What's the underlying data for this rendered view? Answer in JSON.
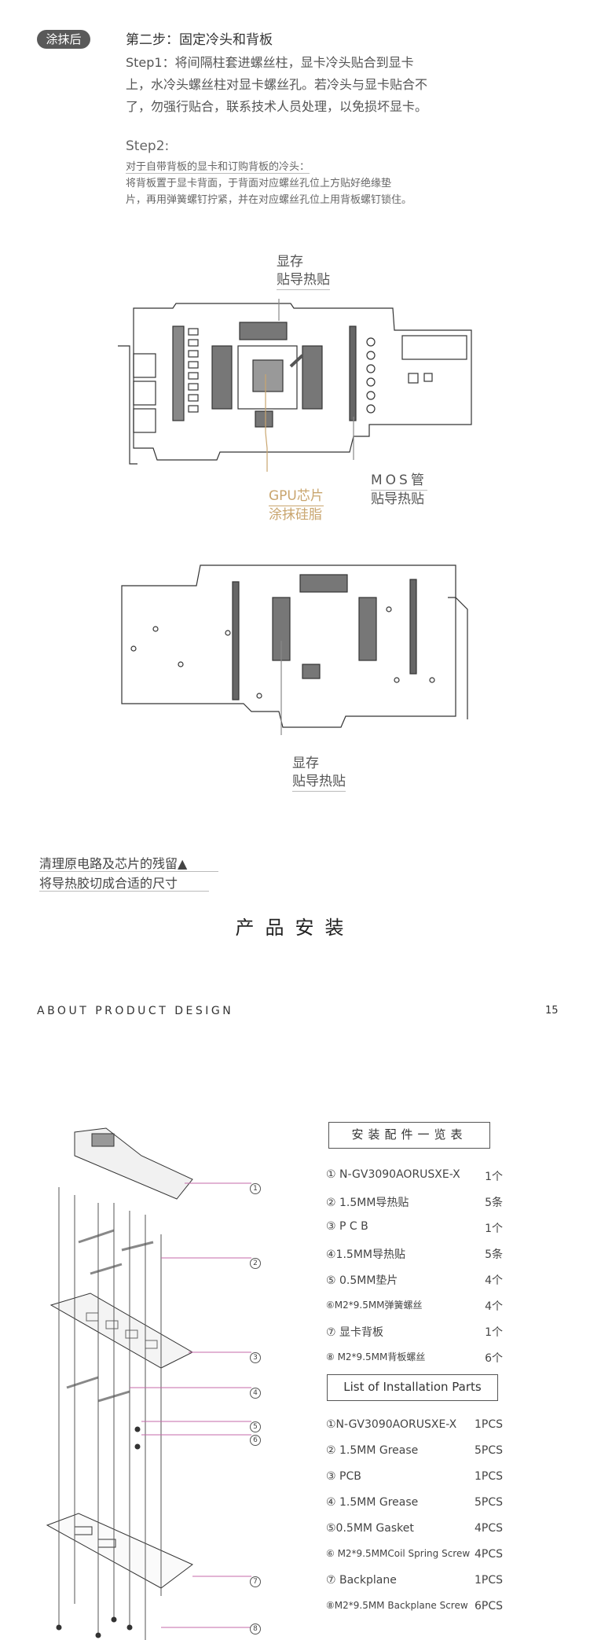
{
  "step": {
    "badge": "涂抹后",
    "title": "第二步：固定冷头和背板",
    "cn_lines": [
      "Step1：将间隔柱套进螺丝柱，显卡冷头贴合到显卡",
      "上，水冷头螺丝柱对显卡螺丝孔。若冷头与显卡贴合不",
      "了，勿强行贴合，联系技术人员处理，以免损坏显卡。"
    ],
    "step2_title": "Step2:",
    "step2_lines": [
      "对于自带背板的显卡和订购背板的冷头：",
      "将背板置于显卡背面，于背面对应螺丝孔位上方贴好绝缘垫",
      "片，再用弹簧螺钉拧紧，并在对应螺丝孔位上用背板螺钉锁住。"
    ]
  },
  "front_labels": {
    "vram": [
      "显存",
      "贴导热贴"
    ],
    "gpu": [
      "GPU芯片",
      "涂抹硅脂"
    ],
    "mos": [
      "MOS管",
      "贴导热贴"
    ]
  },
  "back_labels": {
    "vram": [
      "显存",
      "贴导热贴"
    ]
  },
  "notes": [
    "清理原电路及芯片的残留▲",
    "将导热胶切成合适的尺寸"
  ],
  "section_title": "产品安装",
  "footer": {
    "about": "ABOUT PRODUCT DESIGN",
    "page": "15"
  },
  "parts_cn": {
    "title": "安装配件一览表",
    "items": [
      {
        "name": "① N-GV3090AORUSXE-X",
        "qty": "1个"
      },
      {
        "name": "② 1.5MM导热贴",
        "qty": "5条"
      },
      {
        "name": "③  P C B",
        "qty": "1个"
      },
      {
        "name": "④1.5MM导热贴",
        "qty": "5条"
      },
      {
        "name": "⑤  0.5MM垫片",
        "qty": "4个"
      },
      {
        "name": "⑥M2*9.5MM弹簧螺丝",
        "qty": "4个"
      },
      {
        "name": "⑦  显卡背板",
        "qty": "1个"
      },
      {
        "name": "⑧  M2*9.5MM背板螺丝",
        "qty": "6个"
      }
    ]
  },
  "parts_en": {
    "title": "List of Installation Parts",
    "items": [
      {
        "name": "①N-GV3090AORUSXE-X",
        "qty": "1PCS"
      },
      {
        "name": "② 1.5MM Grease",
        "qty": "5PCS"
      },
      {
        "name": "③  PCB",
        "qty": "1PCS"
      },
      {
        "name": "④ 1.5MM Grease",
        "qty": "5PCS"
      },
      {
        "name": "⑤0.5MM  Gasket",
        "qty": "4PCS"
      },
      {
        "name": "⑥ M2*9.5MMCoil Spring Screw",
        "qty": "4PCS"
      },
      {
        "name": "⑦  Backplane",
        "qty": "1PCS"
      },
      {
        "name": "⑧M2*9.5MM Backplane Screw",
        "qty": "6PCS"
      }
    ]
  },
  "callouts": [
    "1",
    "2",
    "3",
    "4",
    "5",
    "6",
    "7",
    "8"
  ],
  "colors": {
    "accent_gold": "#c9a56e",
    "callout_pink": "#c46aa8",
    "badge_bg": "#595959"
  }
}
